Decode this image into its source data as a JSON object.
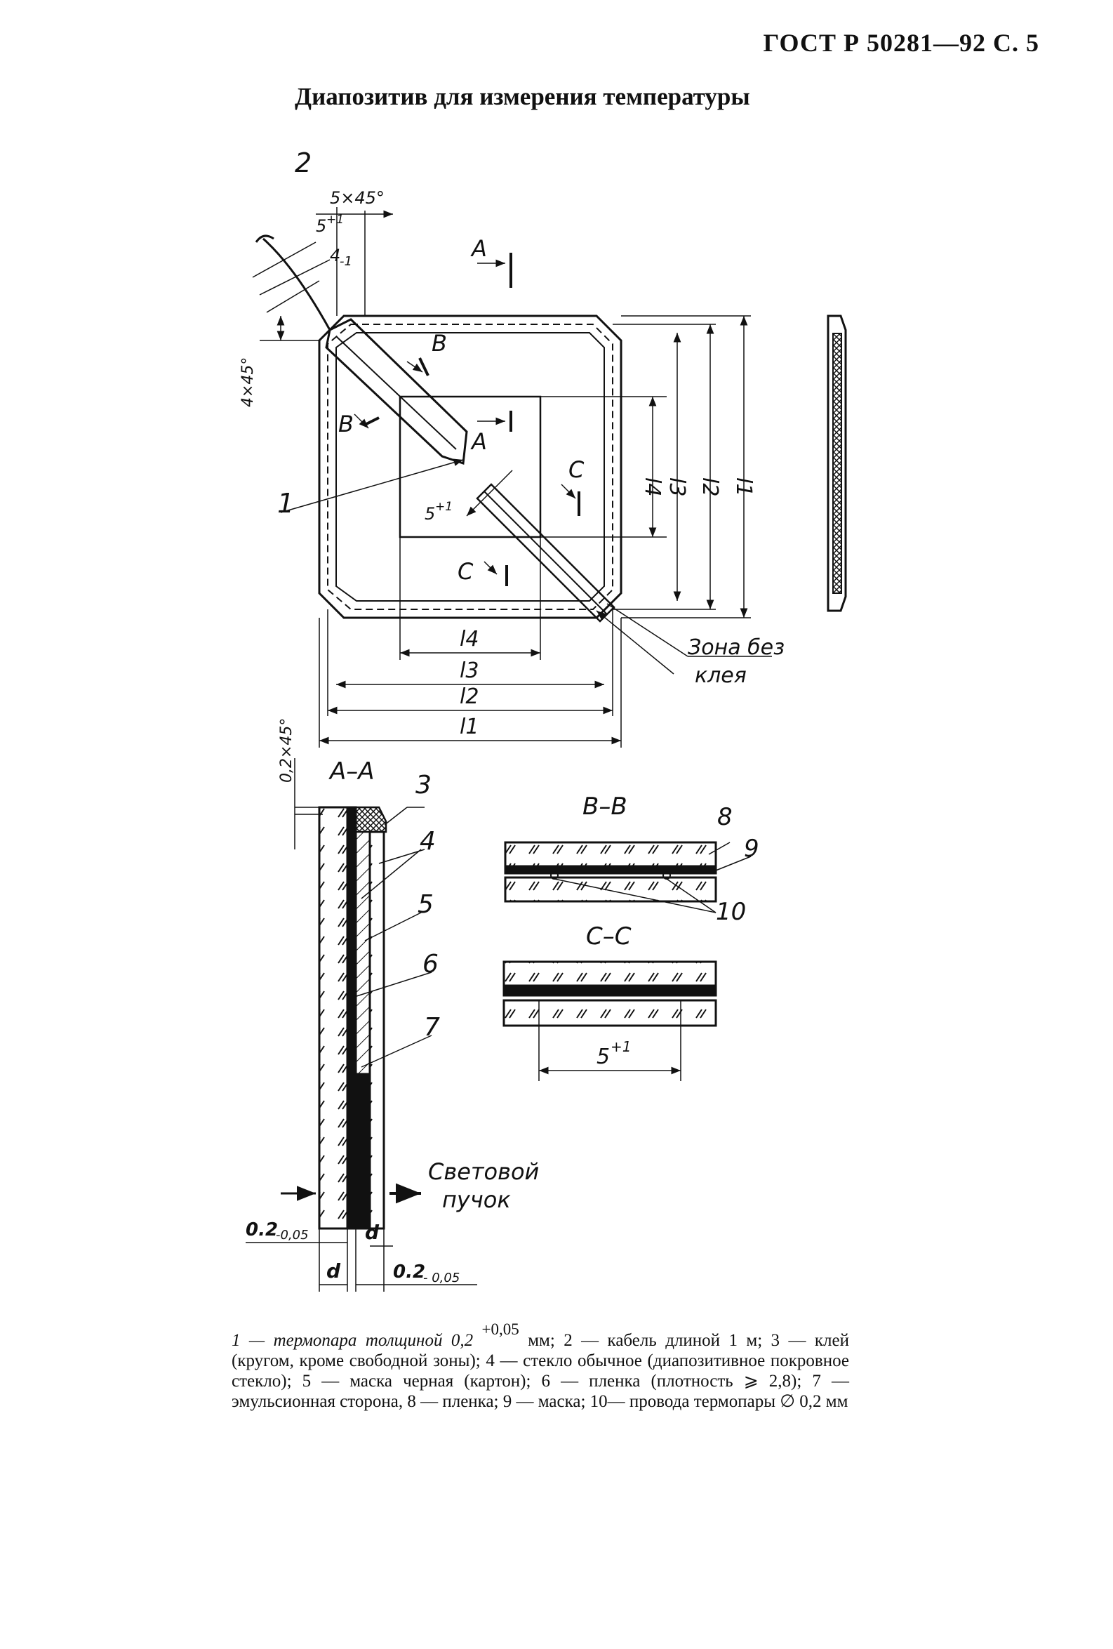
{
  "header": {
    "doc_ref": "ГОСТ Р 50281—92 С. 5"
  },
  "title": "Диапозитив для измерения температуры",
  "main_view": {
    "callouts": [
      "1",
      "2"
    ],
    "section_marks": [
      "A",
      "A",
      "B",
      "B",
      "C",
      "C"
    ],
    "dim_chamfer_top": "5×45°",
    "dim_5_top": "5",
    "dim_5_top_sup": "+1",
    "dim_4": "4",
    "dim_4_sub": "-1",
    "dim_chamfer_left": "4×45°",
    "dim_5_diag": "5",
    "dim_5_diag_sup": "+1",
    "l4": "l4",
    "l3": "l3",
    "l2": "l2",
    "l1": "l1",
    "zone_line1": "Зона без",
    "zone_line2": "клея"
  },
  "section_aa": {
    "label": "A–A",
    "chamfer": "0,2×45°",
    "callouts": [
      "3",
      "4",
      "5",
      "6",
      "7"
    ],
    "beam_line1": "Световой",
    "beam_line2": "пучок",
    "tol_left": "0.2",
    "tol_left_sub": "-0,05",
    "d_left": "d",
    "d_right": "d",
    "tol_right": "0.2",
    "tol_right_sub": "- 0,05"
  },
  "section_bb": {
    "label": "B–B",
    "callouts": [
      "8",
      "9",
      "10"
    ]
  },
  "section_cc": {
    "label": "C–C",
    "dim": "5",
    "dim_sup": "+1"
  },
  "caption": {
    "part1": "1 — термопара толщиной 0,2",
    "part1_sup": "+0,05",
    "part2": "мм; 2 — кабель длиной 1 м; 3 — клей (кругом, кроме свободной зоны); 4 — стекло обычное (диапозитивное покровное стекло); 5 — маска черная (картон); 6 — пленка (плотность ⩾ 2,8); 7 — эмульсионная сторона, 8 — пленка; 9 — маска; 10— провода термопары ∅ 0,2 мм"
  }
}
